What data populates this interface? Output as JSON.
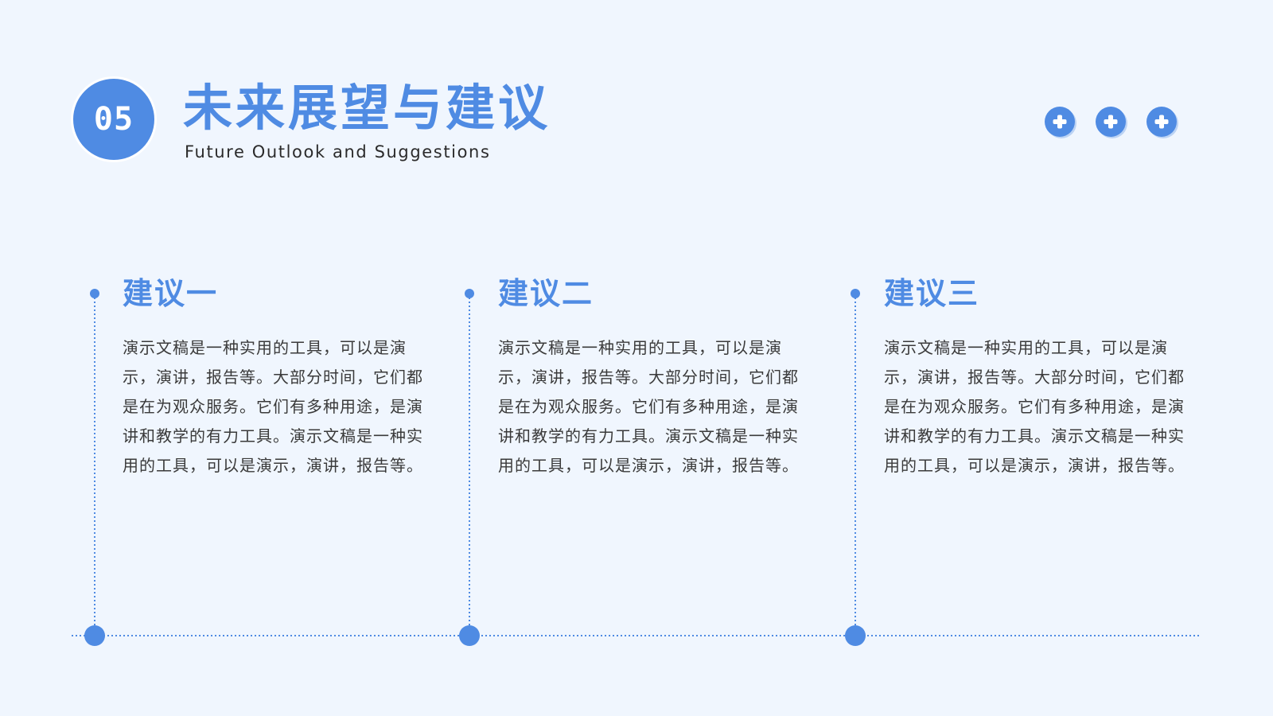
{
  "header": {
    "number": "05",
    "title": "未来展望与建议",
    "subtitle": "Future Outlook and Suggestions",
    "icon_buttons": [
      "plus-circle-icon",
      "plus-circle-icon",
      "plus-circle-icon"
    ]
  },
  "columns": [
    {
      "title": "建议一",
      "body": "演示文稿是一种实用的工具，可以是演示，演讲，报告等。大部分时间，它们都是在为观众服务。它们有多种用途，是演讲和教学的有力工具。演示文稿是一种实用的工具，可以是演示，演讲，报告等。"
    },
    {
      "title": "建议二",
      "body": "演示文稿是一种实用的工具，可以是演示，演讲，报告等。大部分时间，它们都是在为观众服务。它们有多种用途，是演讲和教学的有力工具。演示文稿是一种实用的工具，可以是演示，演讲，报告等。"
    },
    {
      "title": "建议三",
      "body": "演示文稿是一种实用的工具，可以是演示，演讲，报告等。大部分时间，它们都是在为观众服务。它们有多种用途，是演讲和教学的有力工具。演示文稿是一种实用的工具，可以是演示，演讲，报告等。"
    }
  ],
  "colors": {
    "accent": "#4f8be3",
    "background": "#f0f6fe",
    "text": "#3a3a3a"
  }
}
